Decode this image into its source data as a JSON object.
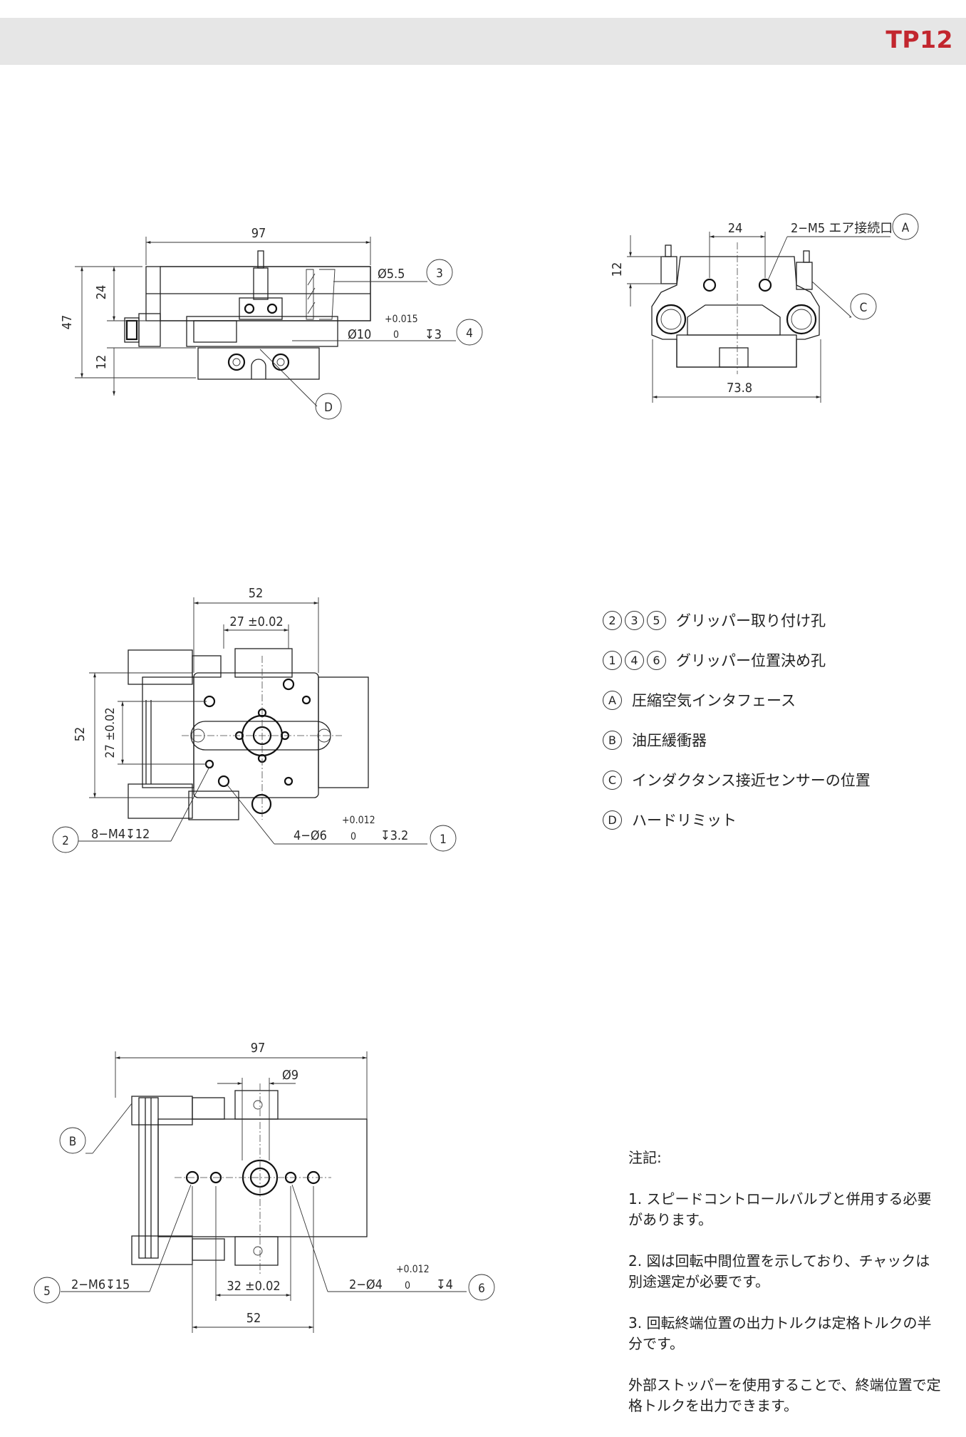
{
  "header": {
    "title": "TP12"
  },
  "drawings": {
    "side_view": {
      "dim_width": "97",
      "dim_height": "47",
      "dim_upper": "24",
      "dim_lower": "12",
      "hole3": "Ø5.5",
      "bore4": "Ø10",
      "tol_upper": "+0.015",
      "tol_lower": "0",
      "depth4": "↧3",
      "marker3": "3",
      "marker4": "4",
      "markerD": "D"
    },
    "front_view": {
      "dim_spacing": "24",
      "port_label": "2−M5 エア接続口",
      "dim_height": "12",
      "dim_width": "73.8",
      "markerA": "A",
      "markerC": "C"
    },
    "top_view": {
      "dim_width": "52",
      "dim_pitch": "27 ±0.02",
      "dim_height": "52",
      "dim_pitch_v": "27 ±0.02",
      "tap2": "8−M4↧12",
      "hole1": "4−Ø6",
      "tol_upper": "+0.012",
      "tol_lower": "0",
      "depth1": "↧3.2",
      "marker2": "2",
      "marker1": "1"
    },
    "bottom_view": {
      "dim_width": "97",
      "bore": "Ø9",
      "tap5": "2−M6↧15",
      "dim_pitch": "32 ±0.02",
      "dim_outer": "52",
      "hole6": "2−Ø4",
      "tol_upper": "+0.012",
      "tol_lower": "0",
      "depth6": "↧4",
      "markerB": "B",
      "marker5": "5",
      "marker6": "6"
    }
  },
  "legend": [
    {
      "markers": [
        "2",
        "3",
        "5"
      ],
      "text": "グリッパー取り付け孔"
    },
    {
      "markers": [
        "1",
        "4",
        "6"
      ],
      "text": "グリッパー位置決め孔"
    },
    {
      "markers": [
        "A"
      ],
      "text": "圧縮空気インタフェース"
    },
    {
      "markers": [
        "B"
      ],
      "text": "油圧緩衝器"
    },
    {
      "markers": [
        "C"
      ],
      "text": "インダクタンス接近センサーの位置"
    },
    {
      "markers": [
        "D"
      ],
      "text": "ハードリミット"
    }
  ],
  "notes": {
    "title": "注記:",
    "items": [
      "1. スピードコントロールバルブと併用する必要があります。",
      "2. 図は回転中間位置を示しており、チャックは別途選定が必要です。",
      "3. 回転終端位置の出力トルクは定格トルクの半分です。",
      "外部ストッパーを使用することで、終端位置で定格トルクを出力できます。"
    ]
  }
}
